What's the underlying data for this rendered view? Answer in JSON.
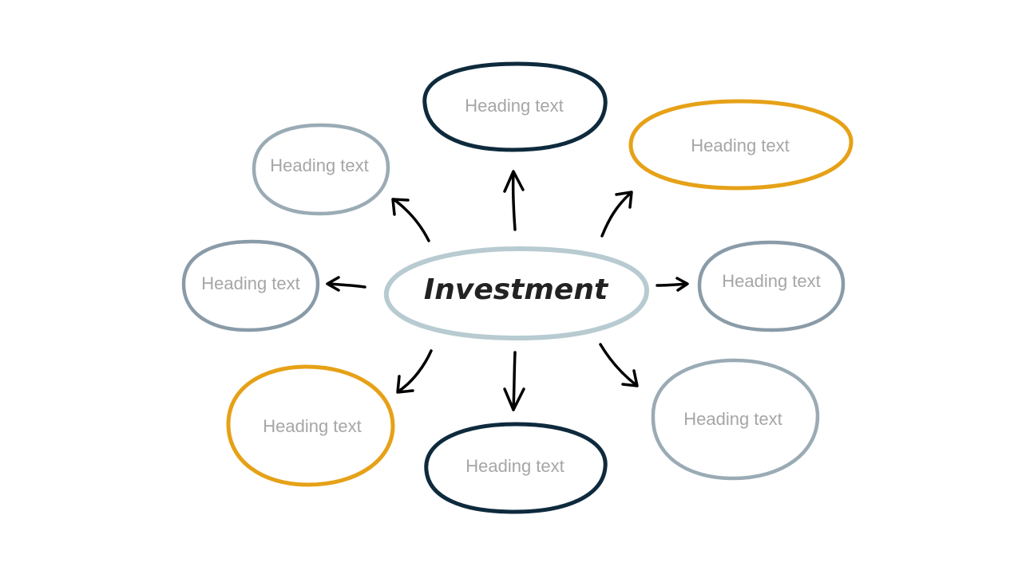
{
  "diagram": {
    "center": {
      "label": "Investment",
      "color": "#b7cbd1"
    },
    "nodes": [
      {
        "label": "Heading text",
        "color": "#0e2a3d"
      },
      {
        "label": "Heading text",
        "color": "#e6a117"
      },
      {
        "label": "Heading text",
        "color": "#8a9ba8"
      },
      {
        "label": "Heading text",
        "color": "#9aabb5"
      },
      {
        "label": "Heading text",
        "color": "#0e2a3d"
      },
      {
        "label": "Heading text",
        "color": "#e6a117"
      },
      {
        "label": "Heading text",
        "color": "#8a9ba8"
      },
      {
        "label": "Heading text",
        "color": "#9aabb5"
      }
    ],
    "arrow_color": "#000000"
  }
}
